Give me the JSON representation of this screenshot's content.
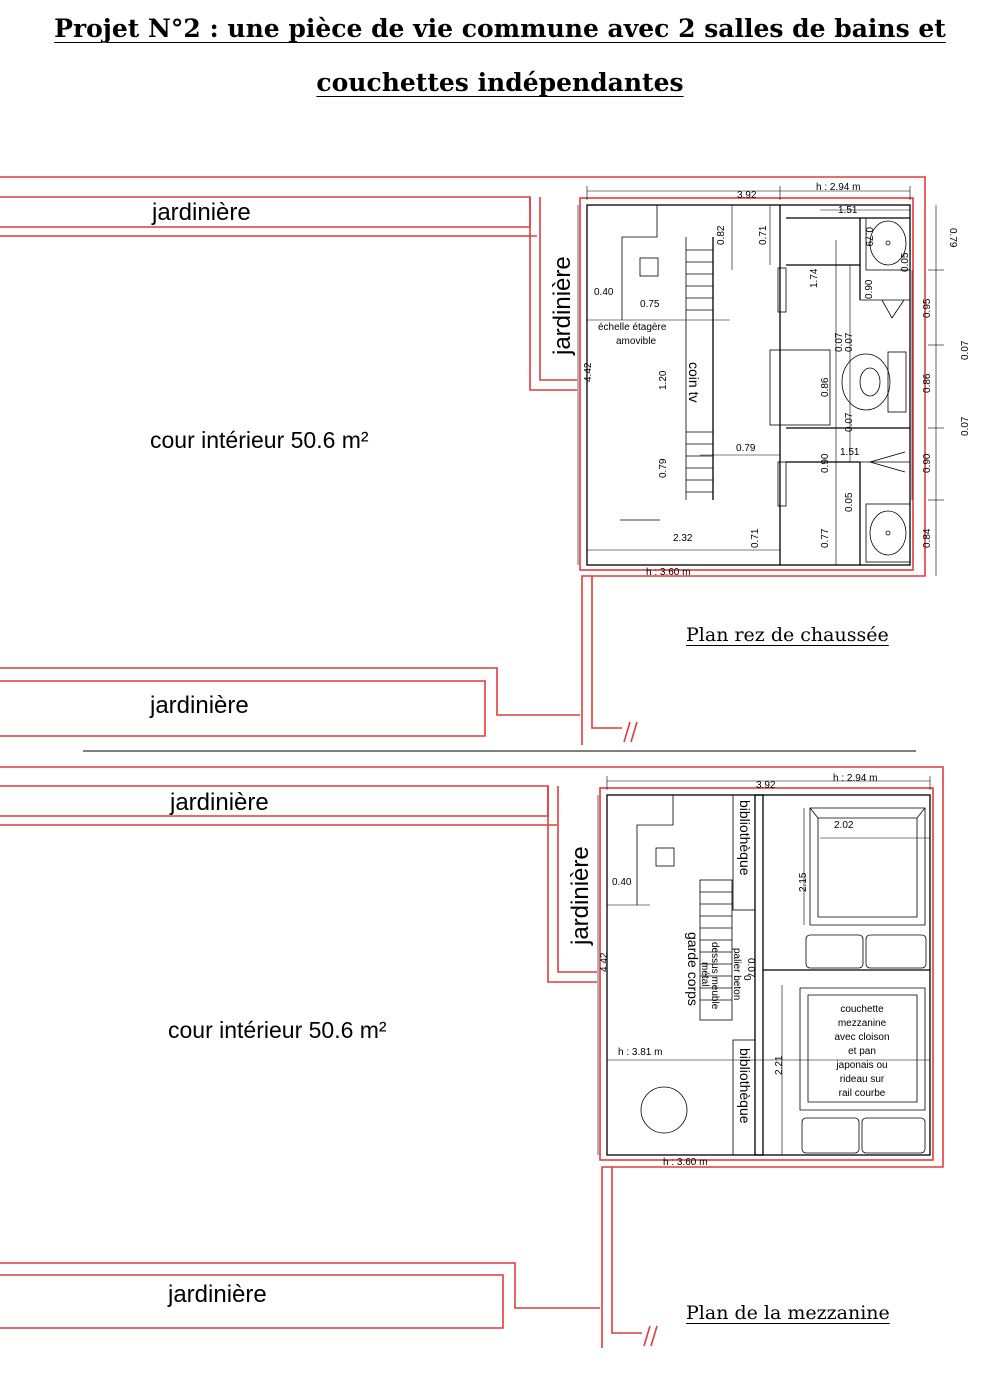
{
  "title": {
    "line1": "Projet N°2 : une pièce de vie commune avec 2 salles de bains et",
    "line2": "couchettes indépendantes"
  },
  "ground_floor": {
    "plan_label": "Plan rez de chaussée",
    "planter_top": "jardinière",
    "planter_side": "jardinière",
    "planter_bottom": "jardinière",
    "courtyard": "cour intérieur 50.6 m²",
    "ladder_label_1": "échelle étagère",
    "ladder_label_2": "amovible",
    "tv_corner": "coin tv",
    "dims": {
      "width_total": "3.92",
      "height_top": "h : 2.94 m",
      "height_bottom": "h : 3.60 m",
      "side": "4.42",
      "d040": "0.40",
      "d075": "0.75",
      "d082": "0.82",
      "d071a": "0.71",
      "d151a": "1.51",
      "d079r": "0.79",
      "d174": "1.74",
      "d090a": "0.90",
      "d095": "0.95",
      "d007a": "0.07",
      "d007b": "0.07",
      "d086a": "0.86",
      "d086b": "0.86",
      "d120": "1.20",
      "d079m": "0.79",
      "d079s": "0.79",
      "d151b": "1.51",
      "d090b": "0.90",
      "d090c": "0.90",
      "d005a": "0.05",
      "d005b": "0.05",
      "d007c": "0.07",
      "d007d": "0.07",
      "d007e": "0.07",
      "d232": "2.32",
      "d071b": "0.71",
      "d077": "0.77",
      "d084": "0.84",
      "d079far": "0.79"
    }
  },
  "mezzanine": {
    "plan_label": "Plan de la mezzanine",
    "planter_top": "jardinière",
    "planter_side": "jardinière",
    "planter_bottom": "jardinière",
    "courtyard": "cour intérieur 50.6 m²",
    "library_1": "bibliothèque",
    "library_2": "bibliothèque",
    "railing": "garde corps",
    "metal_1": "dessus meuble",
    "metal_2": "métal",
    "landing_1": "palier beton",
    "landing_2": "0",
    "bunk": [
      "couchette",
      "mezzanine",
      "avec cloison",
      "et pan",
      "japonais ou",
      "rideau sur",
      "rail courbe"
    ],
    "dims": {
      "width_total": "3.92",
      "height_top": "h : 2.94 m",
      "height_mid": "h : 3.81 m",
      "height_bottom": "h : 3.60 m",
      "side": "4.42",
      "d040": "0.40",
      "d202": "2.02",
      "d215": "2.15",
      "d221": "2.21",
      "d007": "0.07"
    }
  }
}
